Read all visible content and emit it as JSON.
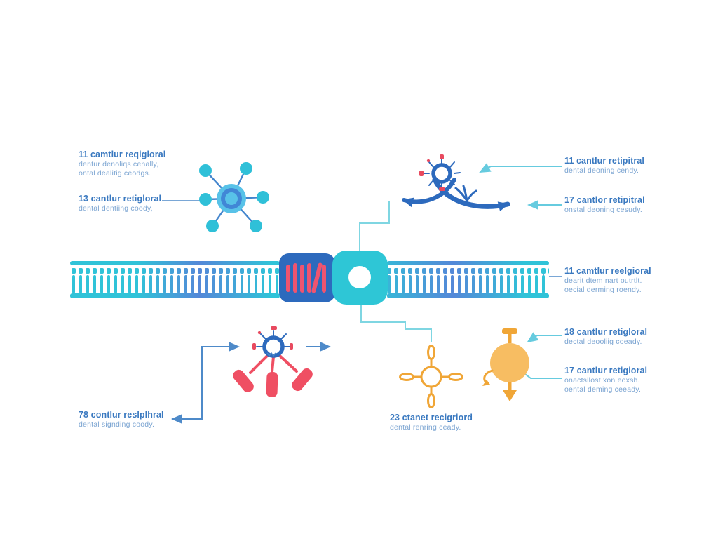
{
  "colors": {
    "membrane_teal": "#30C3D8",
    "membrane_blue": "#5488D8",
    "receptor_teal": "#2EC6D6",
    "protein_blue": "#2D6ABD",
    "helix_red": "#EF5470",
    "ligand_outer_blue": "#58C2E8",
    "ligand_ring_blue": "#4187D6",
    "ligand_ball_teal": "#2FC0D8",
    "virus_blue": "#2D6ABD",
    "virus_red": "#E84A5F",
    "paddle_red": "#EF4F63",
    "vesicle_yellow": "#F7BD62",
    "cross_orange": "#F0A637",
    "connector_teal": "#7FD6E2",
    "connector_light_teal": "#66CBDF",
    "connector_blue": "#4E8AC9",
    "label_title_blue": "#3A79C0",
    "label_sub_blue": "#7CA5D2"
  },
  "icons": {
    "ligand-hub-icon": "circle hub with six spoke balls",
    "virus-particle-icon": "spiked ring with red tips",
    "flagellate-virus-icon": "spiked ring with three red paddles",
    "cross-protein-icon": "orange circle with four lobed arms",
    "vesicle-icon": "solid yellow sphere with pin and down arrow",
    "transmembrane-protein-icon": "blue block with red helices",
    "receptor-icon": "teal rounded square with white pore",
    "membrane-icon": "lipid bilayer ladder band"
  },
  "labels": {
    "top_left_1": {
      "title": "11 camtlur reqigloral",
      "sub1": "dentur denoliqs cenally,",
      "sub2": "ontal dealitig ceodgs."
    },
    "top_left_2": {
      "title": "13 cantlur retigloral",
      "sub1": "dental dentiing coody,"
    },
    "top_right_1": {
      "title": "11 cantlur retipitral",
      "sub1": "dental deoning cendy."
    },
    "top_right_2": {
      "title": "17 cantlor retipitral",
      "sub1": "onstal deoning cesudy."
    },
    "right_mid": {
      "title": "11 camtlur reelgioral",
      "sub1": "dearit dtem nart outrtlt.",
      "sub2": "oecial derming roendy."
    },
    "right_bottom_1": {
      "title": "18 cantlur retigloral",
      "sub1": "dectal deooliig coeady."
    },
    "right_bottom_2": {
      "title": "17 cantlur retigioral",
      "sub1": "onactsllost xon eoxsh.",
      "sub2": "oental deming ceeady."
    },
    "bottom_left": {
      "title": "78 contlur reslplhral",
      "sub1": "dental signding coody."
    },
    "bottom_mid": {
      "title": "23 ctanet recigriord",
      "sub1": "dental renring ceady."
    }
  }
}
